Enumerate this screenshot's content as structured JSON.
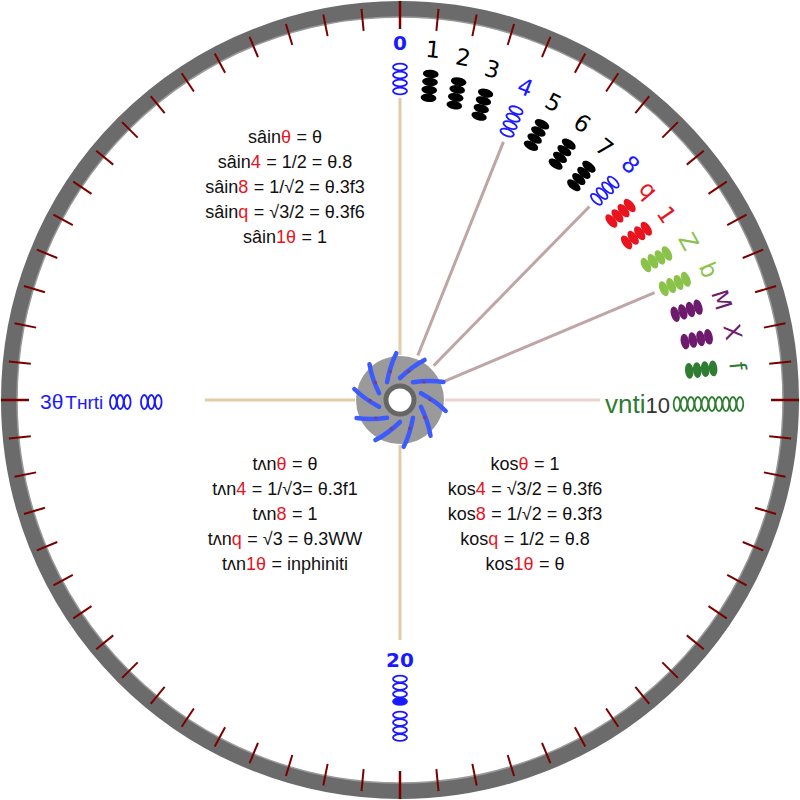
{
  "diagram": {
    "labels": [
      "0",
      "1",
      "2",
      "3",
      "4",
      "5",
      "6",
      "7",
      "8",
      "q",
      "1",
      "Z",
      "b",
      "M",
      "X",
      "f",
      "vnti",
      "10",
      "3θ",
      "Tʜrti",
      "20",
      "sâin",
      "θ",
      "= θ",
      "sâin",
      "4",
      "= 1/2 = θ.8",
      "sâin",
      "8",
      "= 1/√2 = θ.3f3",
      "sâin",
      "q",
      "= √3/2 = θ.3f6",
      "sâin",
      "1θ",
      "= 1",
      "tʌn",
      "θ",
      "= θ",
      "tʌn",
      "4",
      "= 1/√3= θ.3f1",
      "tʌn",
      "8",
      "= 1",
      "tʌn",
      "q",
      "= √3 = θ.3WW",
      "tʌn",
      "1θ",
      "= inphiniti",
      "kos",
      "θ",
      "= 1",
      "kos",
      "4",
      "= √3/2 = θ.3f6",
      "kos",
      "8",
      "= 1/√2 = θ.3f3",
      "kos",
      "q",
      "= 1/2 = θ.8",
      "kos",
      "1θ",
      "= θ"
    ]
  }
}
